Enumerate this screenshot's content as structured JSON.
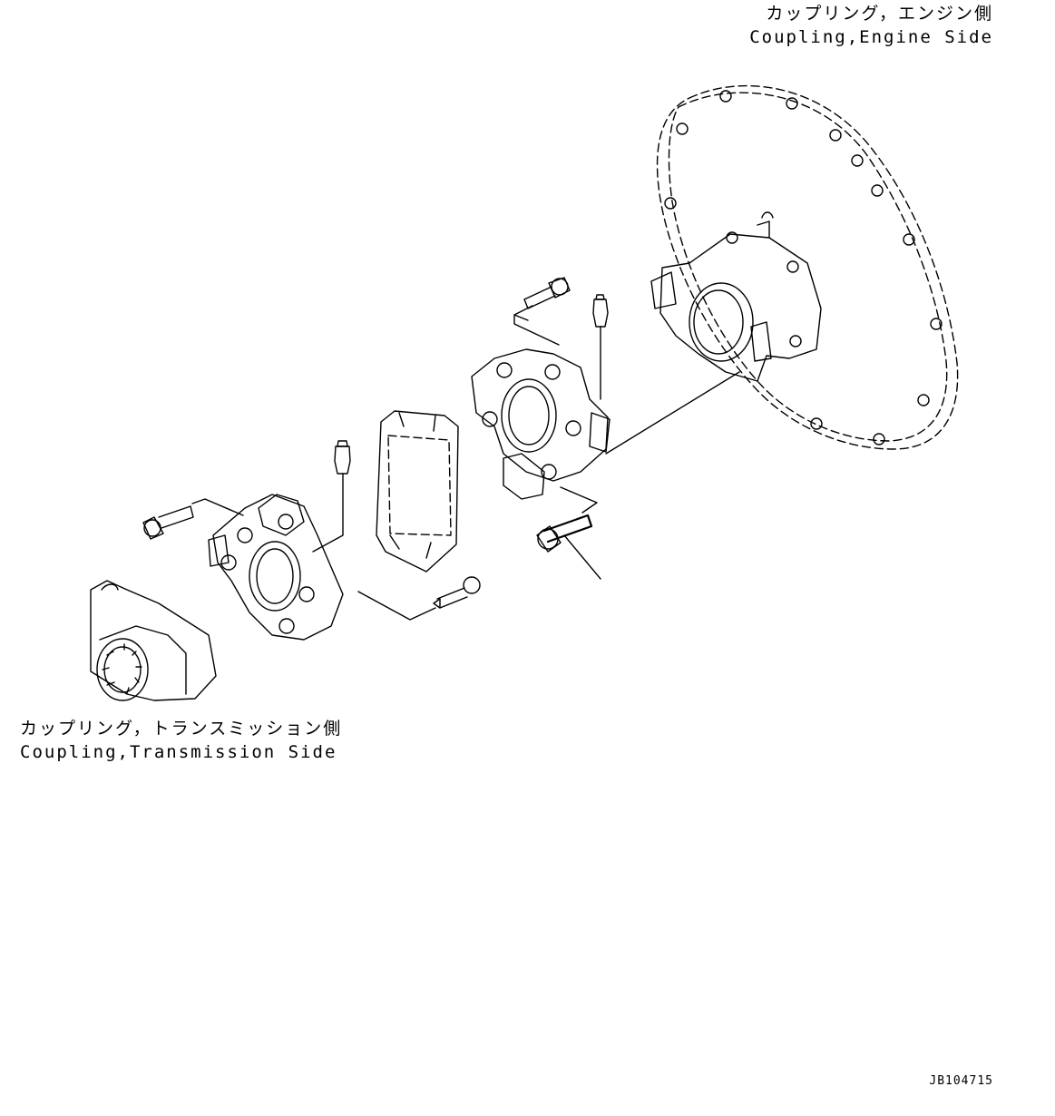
{
  "labels": {
    "engine_side_jp": "カップリング，エンジン側",
    "engine_side_en": "Coupling,Engine Side",
    "transmission_side_jp": "カップリング，トランスミッション側",
    "transmission_side_en": "Coupling,Transmission Side"
  },
  "drawing_number": "JB104715"
}
